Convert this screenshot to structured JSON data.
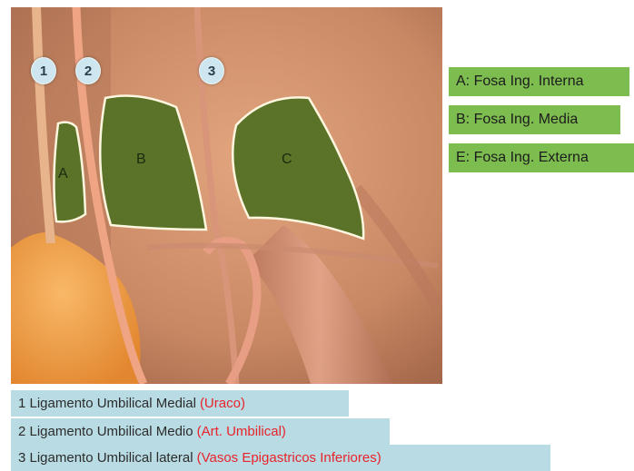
{
  "markers": [
    "1",
    "2",
    "3"
  ],
  "regions": [
    "A",
    "B",
    "C"
  ],
  "legend": [
    "A: Fosa Ing. Interna",
    "B: Fosa Ing. Media",
    "E: Fosa Ing. Externa"
  ],
  "ligaments": [
    {
      "text": "1 Ligamento Umbilical Medial",
      "note": "(Uraco)"
    },
    {
      "text": "2 Ligamento Umbilical Medio",
      "note": "(Art. Umbilical)"
    },
    {
      "text": "3 Ligamento Umbilical lateral",
      "note": "(Vasos Epigastricos Inferiores)"
    }
  ],
  "colors": {
    "fossa_fill": "#5a7328",
    "legend_bg": "#7dbd4f",
    "ligament_bg": "#b9dbe3",
    "note_text": "#e8232b"
  }
}
